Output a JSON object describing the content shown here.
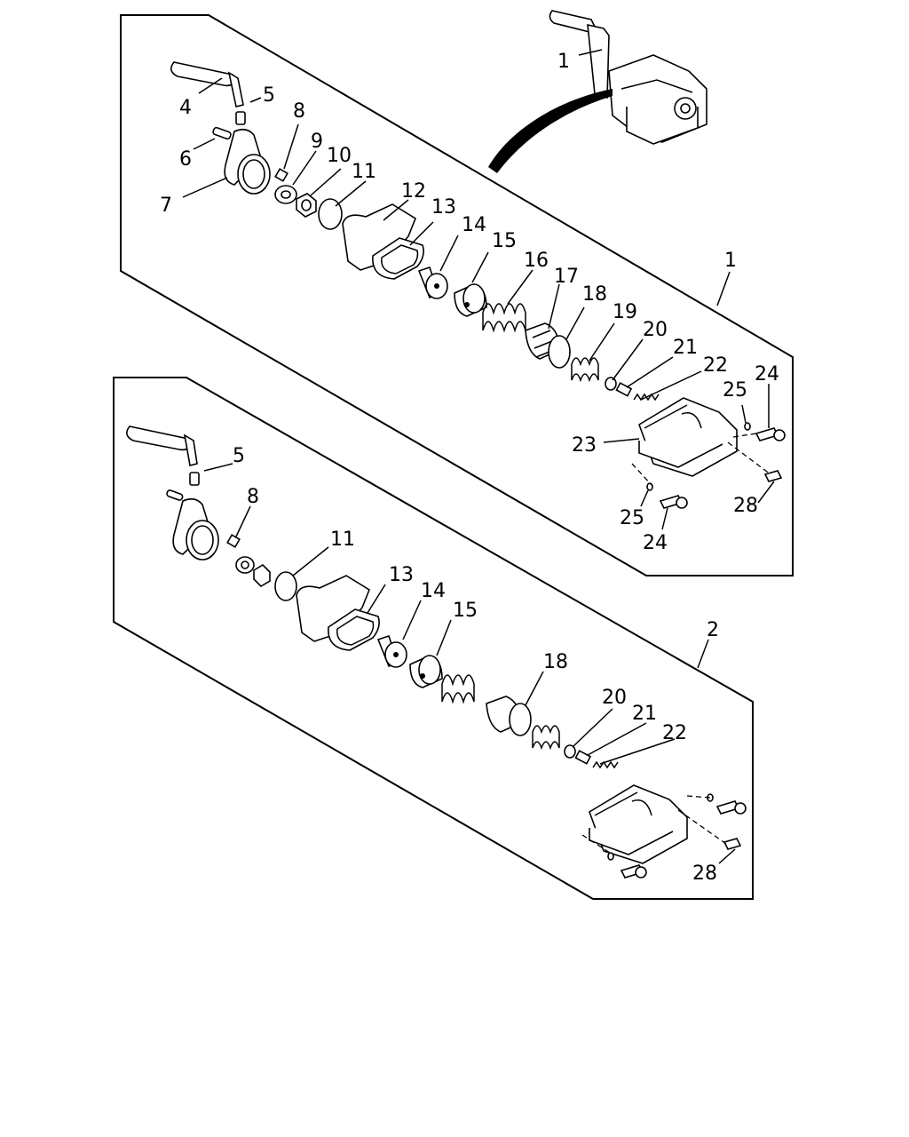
{
  "diagram": {
    "callouts": {
      "a1": "1",
      "a4": "4",
      "a5": "5",
      "a6": "6",
      "a7": "7",
      "a8": "8",
      "a9": "9",
      "a10": "10",
      "a11": "11",
      "a12": "12",
      "a13": "13",
      "a14": "14",
      "a15": "15",
      "a16": "16",
      "a17": "17",
      "a18": "18",
      "a19": "19",
      "a20": "20",
      "a21": "21",
      "a22": "22",
      "a23": "23",
      "a24a": "24",
      "a25a": "25",
      "a25b": "25",
      "a24b": "24",
      "a28": "28",
      "aAsm": "1",
      "b5": "5",
      "b8": "8",
      "b11": "11",
      "b13": "13",
      "b14": "14",
      "b15": "15",
      "b18": "18",
      "b20": "20",
      "b21": "21",
      "b22": "22",
      "b28": "28",
      "bAsm": "2"
    }
  }
}
